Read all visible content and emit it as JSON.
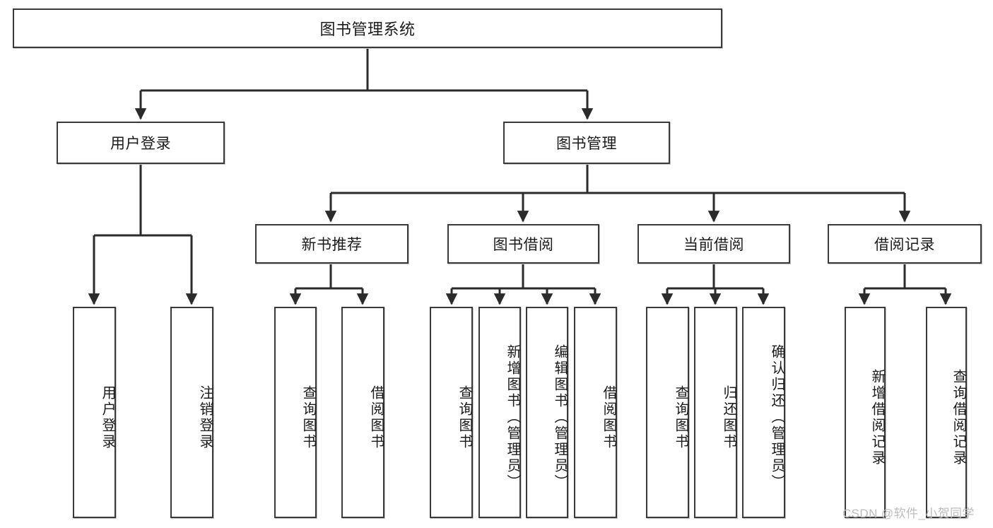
{
  "diagram": {
    "title": "图书管理系统",
    "type": "hierarchy-tree",
    "root": {
      "label": "图书管理系统"
    },
    "level1": [
      {
        "label": "用户登录"
      },
      {
        "label": "图书管理"
      }
    ],
    "level2": [
      {
        "label": "新书推荐",
        "parent": "图书管理"
      },
      {
        "label": "图书借阅",
        "parent": "图书管理"
      },
      {
        "label": "当前借阅",
        "parent": "图书管理"
      },
      {
        "label": "借阅记录",
        "parent": "图书管理"
      }
    ],
    "leaves": [
      {
        "label": "用户登录",
        "parent": "用户登录"
      },
      {
        "label": "注销登录",
        "parent": "用户登录"
      },
      {
        "label": "查询图书",
        "parent": "新书推荐"
      },
      {
        "label": "借阅图书",
        "parent": "新书推荐"
      },
      {
        "label": "查询图书",
        "parent": "图书借阅"
      },
      {
        "label": "新增图书（管理员）",
        "parent": "图书借阅"
      },
      {
        "label": "编辑图书（管理员）",
        "parent": "图书借阅"
      },
      {
        "label": "借阅图书",
        "parent": "图书借阅"
      },
      {
        "label": "查询图书",
        "parent": "当前借阅"
      },
      {
        "label": "归还图书",
        "parent": "当前借阅"
      },
      {
        "label": "确认归还（管理员）",
        "parent": "当前借阅"
      },
      {
        "label": "新增借阅记录",
        "parent": "借阅记录"
      },
      {
        "label": "查询借阅记录",
        "parent": "借阅记录"
      }
    ],
    "watermark": "CSDN @软件_小贺同学",
    "colors": {
      "background": "#ffffff",
      "box_border": "#3a3a3a",
      "box_fill": "#ffffff",
      "edge": "#2b2b2b",
      "text": "#1b1b1b",
      "watermark": "#bdbdbd"
    }
  }
}
